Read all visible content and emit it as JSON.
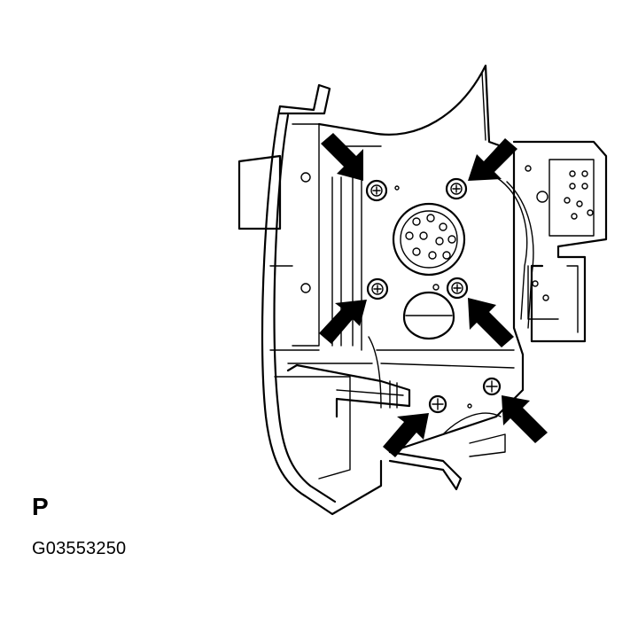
{
  "figure": {
    "view_label": "P",
    "figure_id": "G03553250"
  },
  "colors": {
    "line": "#000000",
    "background": "#ffffff"
  },
  "callouts": {
    "arrow_count": 6,
    "fastener_count": 6
  }
}
